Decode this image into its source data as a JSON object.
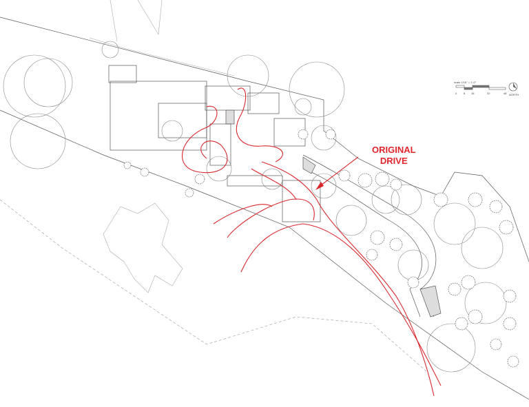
{
  "annotation": {
    "line1": "ORIGINAL",
    "line2": "DRIVE",
    "color": "#e0252b"
  },
  "scale_bar": {
    "label": "scale 1/16\" = 1'-0\"",
    "ticks": [
      "0",
      "8",
      "16",
      "32",
      "48"
    ],
    "north_label": "NORTH"
  }
}
